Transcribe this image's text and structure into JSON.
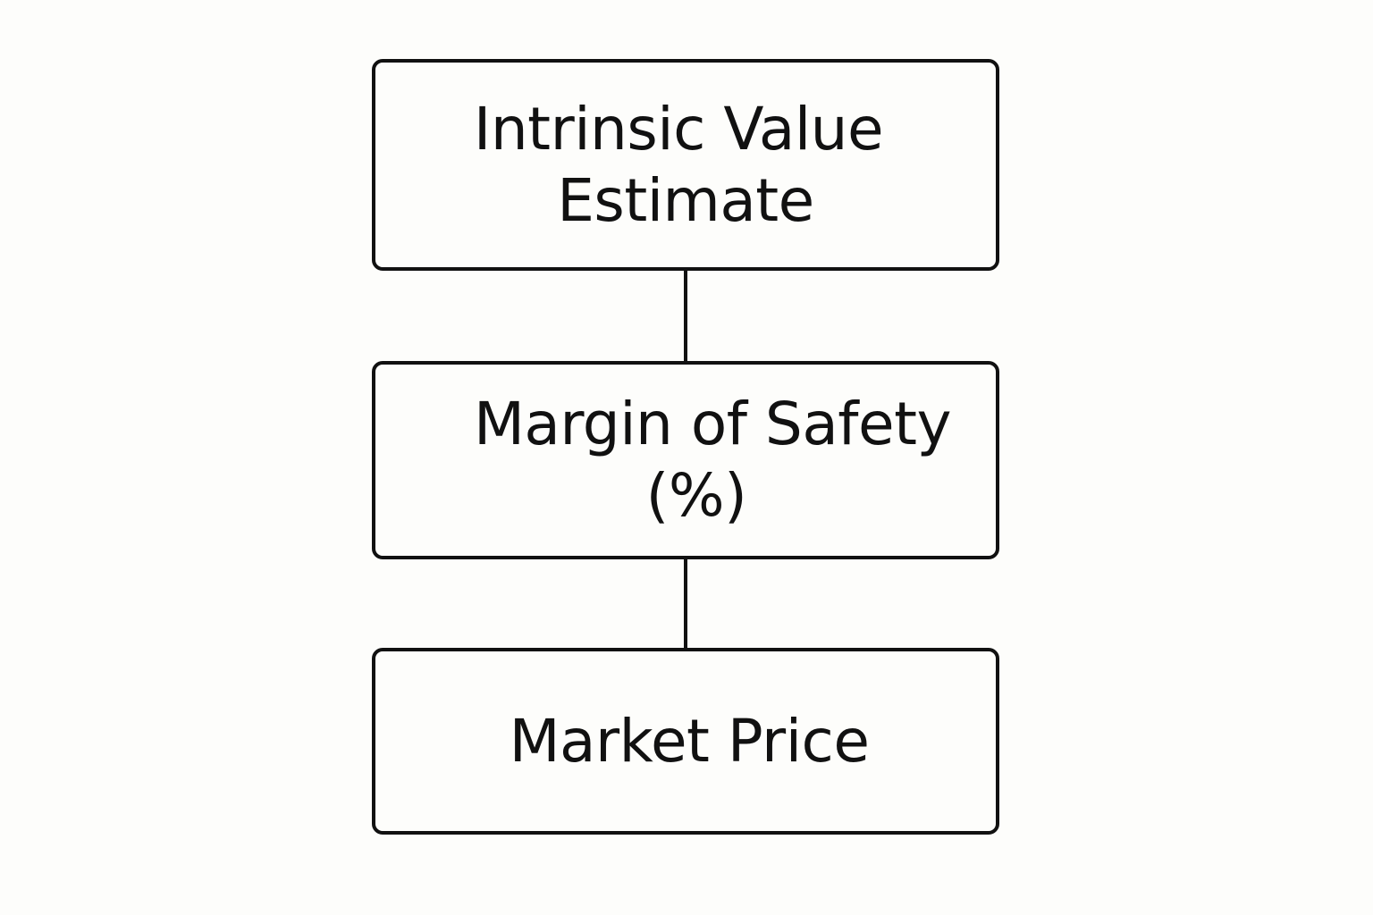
{
  "colors": {
    "background": "#fdfdfb",
    "stroke": "#111111",
    "text": "#111111"
  },
  "nodes": [
    {
      "lines": [
        "Intrinsic Value",
        "Estimate"
      ]
    },
    {
      "lines": [
        "Margin of Safety",
        "(%)"
      ]
    },
    {
      "lines": [
        "Market Price"
      ]
    }
  ]
}
